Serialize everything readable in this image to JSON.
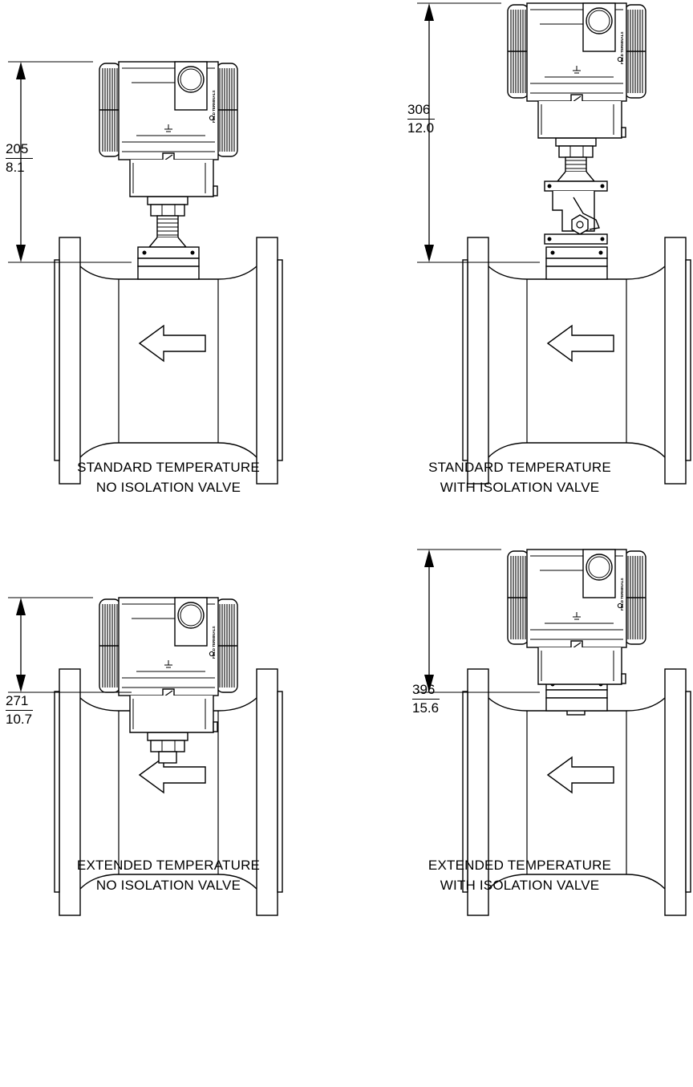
{
  "panels": [
    {
      "mm": "205",
      "in": "8.1",
      "caption_1": "STANDARD TEMPERATURE",
      "caption_2": "NO ISOLATION VALVE",
      "extended": false,
      "valve": false
    },
    {
      "mm": "306",
      "in": "12.0",
      "caption_1": "STANDARD TEMPERATURE",
      "caption_2": "WITH ISOLATION VALVE",
      "extended": false,
      "valve": true
    },
    {
      "mm": "271",
      "in": "10.7",
      "caption_1": "EXTENDED TEMPERATURE",
      "caption_2": "NO ISOLATION VALVE",
      "extended": true,
      "valve": false
    },
    {
      "mm": "396",
      "in": "15.6",
      "caption_1": "EXTENDED TEMPERATURE",
      "caption_2": "WITH ISOLATION VALVE",
      "extended": true,
      "valve": true
    }
  ],
  "housing_label": "FIELD TERMINALS",
  "icons": {
    "flow": "arrow-left-icon",
    "ground": "ground-symbol-icon",
    "screw": "lock-screw-icon"
  }
}
